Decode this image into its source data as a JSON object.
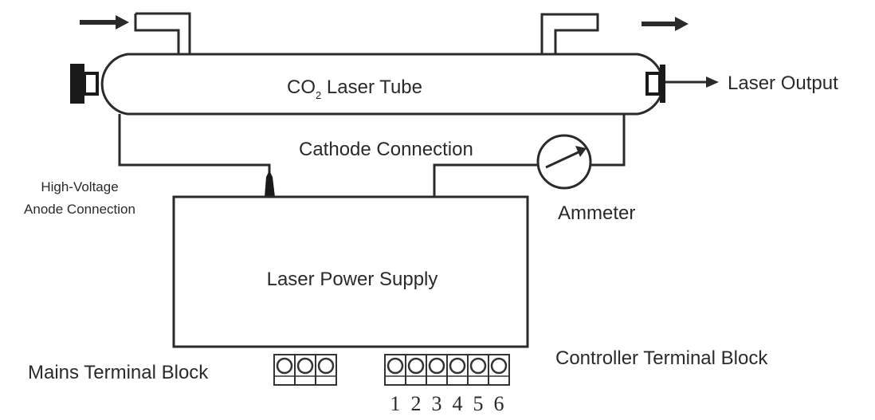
{
  "labels": {
    "tube_main": "CO",
    "tube_sub": "2",
    "tube_rest": " Laser Tube",
    "laser_output": "Laser Output",
    "cathode_connection": "Cathode Connection",
    "anode_line1": "High-Voltage",
    "anode_line2": "Anode Connection",
    "ammeter": "Ammeter",
    "power_supply": "Laser Power Supply",
    "controller_terminal_block": "Controller Terminal Block",
    "mains_terminal_block": "Mains Terminal Block"
  },
  "controller_terminals": [
    "1",
    "2",
    "3",
    "4",
    "5",
    "6"
  ],
  "mains_terminal_count": 3
}
